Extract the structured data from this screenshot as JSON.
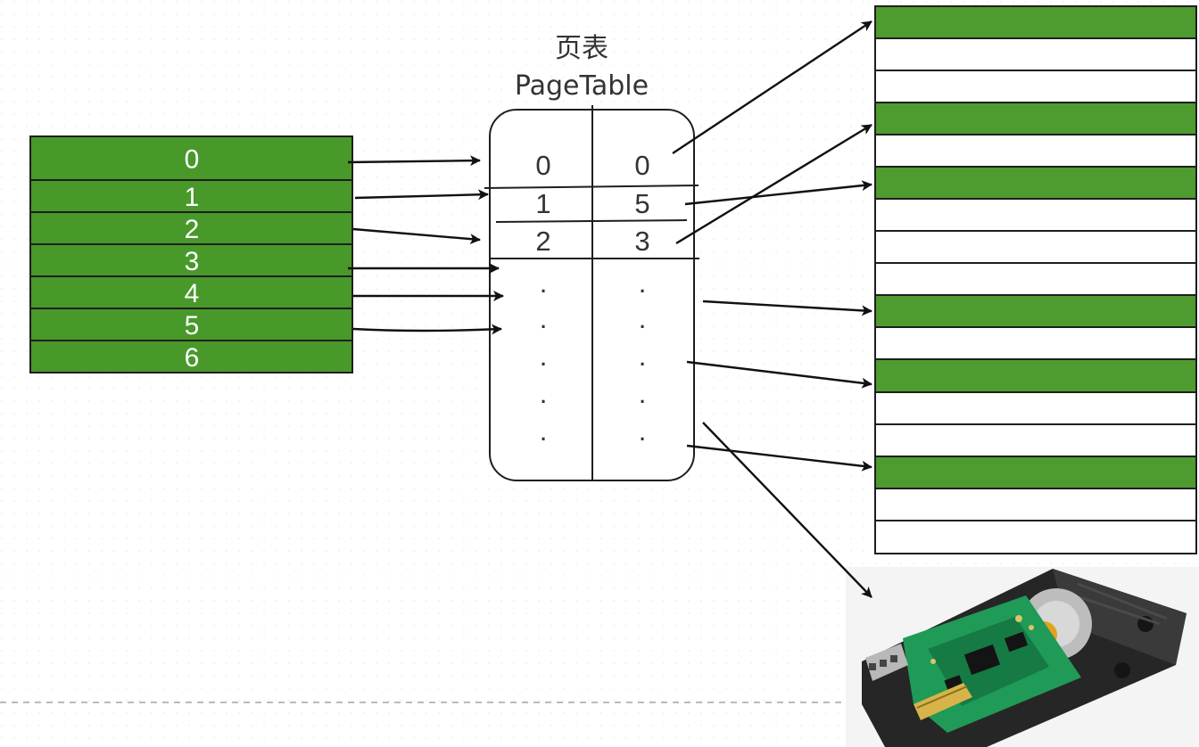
{
  "page_table": {
    "title_cn": "页表",
    "title_en": "PageTable",
    "rows": [
      {
        "page": "0",
        "frame": "0"
      },
      {
        "page": "1",
        "frame": "5"
      },
      {
        "page": "2",
        "frame": "3"
      }
    ],
    "ellipsis_rows": [
      {
        "page": ".",
        "frame": "."
      },
      {
        "page": ".",
        "frame": "."
      },
      {
        "page": ".",
        "frame": "."
      },
      {
        "page": ".",
        "frame": "."
      },
      {
        "page": ".",
        "frame": "."
      }
    ]
  },
  "virtual_pages": [
    "0",
    "1",
    "2",
    "3",
    "4",
    "5",
    "6"
  ],
  "physical_frames_used": [
    true,
    false,
    false,
    true,
    false,
    true,
    false,
    false,
    false,
    true,
    false,
    true,
    false,
    false,
    true,
    false,
    false
  ],
  "colors": {
    "page_green": "#48992a",
    "frame_green": "#4e9b2f",
    "stroke": "#1e1e1e",
    "text": "#333333"
  }
}
